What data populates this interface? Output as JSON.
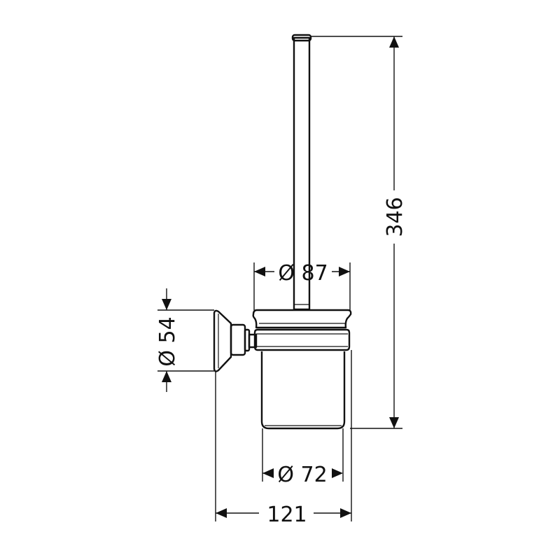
{
  "dimensions": {
    "height": "346",
    "rim_diameter": "Ø 87",
    "glass_diameter": "Ø 72",
    "depth": "121",
    "flange_diameter": "Ø 54"
  },
  "colors": {
    "line": "#111111",
    "background": "#ffffff"
  }
}
